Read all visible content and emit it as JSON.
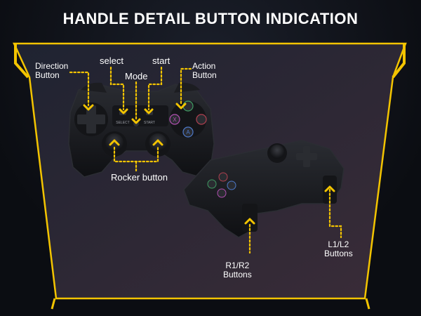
{
  "title": "HANDLE DETAIL BUTTON INDICATION",
  "labels": {
    "direction_l1": "Direction",
    "direction_l2": "Button",
    "select": "select",
    "mode": "Mode",
    "start": "start",
    "action_l1": "Action",
    "action_l2": "Button",
    "rocker": "Rocker button",
    "r1r2_l1": "R1/R2",
    "r1r2_l2": "Buttons",
    "l1l2_l1": "L1/L2",
    "l1l2_l2": "Buttons"
  },
  "buttons": {
    "select": "SELECT",
    "start": "START",
    "x": "X",
    "a": "A"
  },
  "colors": {
    "accent": "#f3c400",
    "controller": "#1a1b1f",
    "panel_top": "#222634",
    "panel_bottom": "#3b2f3a"
  }
}
